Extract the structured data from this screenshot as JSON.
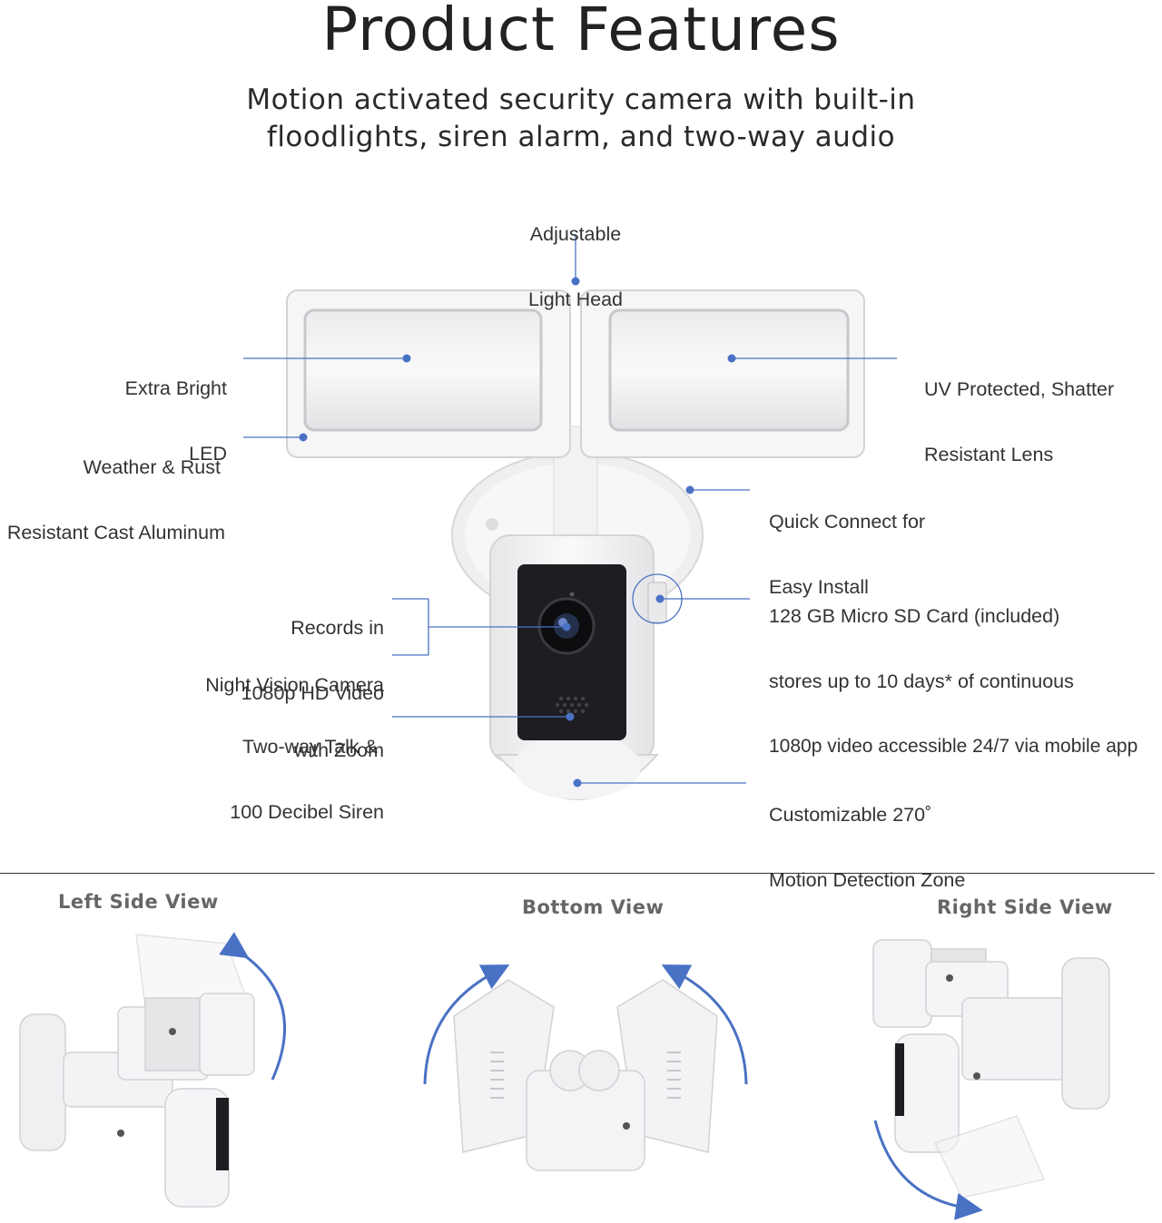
{
  "header": {
    "title": "Product Features",
    "subtitle_line1": "Motion activated security camera with built-in",
    "subtitle_line2": "floodlights,  siren alarm, and two-way audio"
  },
  "callouts": {
    "adjustable_head": [
      "Adjustable",
      "Light Head"
    ],
    "extra_bright_led": [
      "Extra Bright",
      "LED"
    ],
    "weather_rust": [
      "Weather & Rust",
      "Resistant Cast Aluminum"
    ],
    "uv_lens": [
      "UV Protected, Shatter",
      "Resistant Lens"
    ],
    "quick_connect": [
      "Quick Connect for",
      "Easy Install"
    ],
    "records_hd": [
      "Records in",
      "1080p HD Video"
    ],
    "night_vision": [
      "Night Vision Camera",
      "with Zoom"
    ],
    "two_way_talk": [
      "Two-way Talk &",
      "100 Decibel Siren"
    ],
    "sd_card": [
      "128 GB Micro SD Card (included)",
      "stores up to 10 days* of continuous",
      "1080p video accessible 24/7 via mobile app"
    ],
    "motion_zone": [
      "Customizable 270˚",
      "Motion Detection Zone"
    ]
  },
  "views": {
    "left": "Left Side View",
    "bottom": "Bottom View",
    "right": "Right Side View"
  },
  "colors": {
    "accent": "#4a72c4",
    "text": "#333333",
    "device": "#f4f5f6",
    "lens_panel": "#1e1e22"
  }
}
